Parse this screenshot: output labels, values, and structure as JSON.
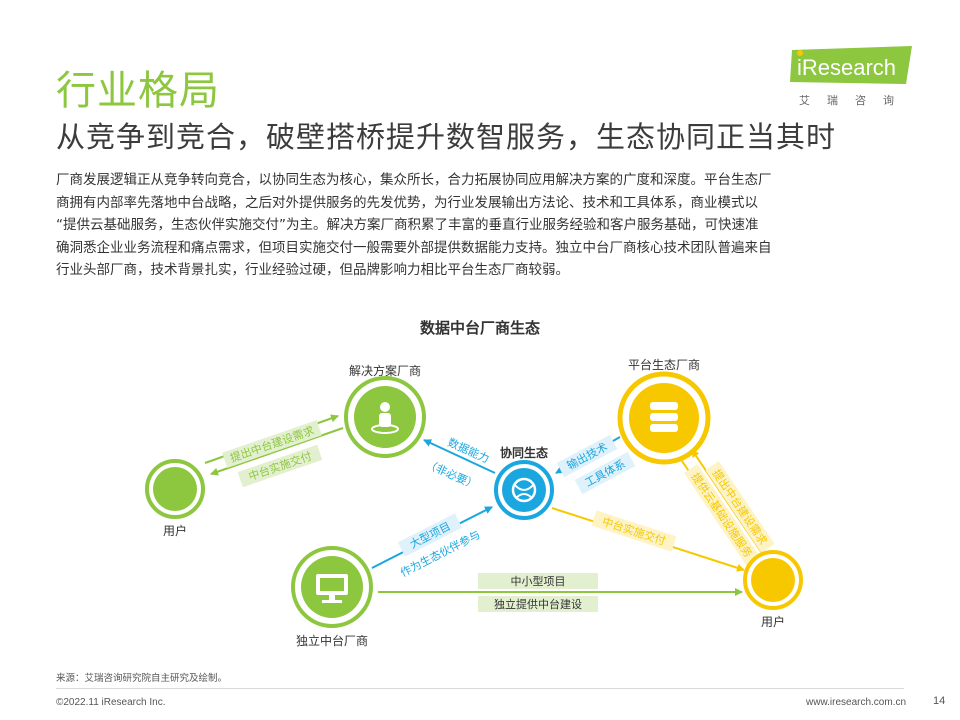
{
  "header": {
    "title": "行业格局",
    "subtitle": "从竞争到竞合，破壁搭桥提升数智服务，生态协同正当其时"
  },
  "logo": {
    "text": "iResearch",
    "subtext": "艾瑞咨询"
  },
  "intro_lines": [
    "厂商发展逻辑正从竞争转向竞合，以协同生态为核心，集众所长，合力拓展协同应用解决方案的广度和深度。平台生态厂",
    "商拥有内部率先落地中台战略，之后对外提供服务的先发优势，为行业发展输出方法论、技术和工具体系，商业模式以",
    "“提供云基础服务，生态伙伴实施交付”为主。解决方案厂商积累了丰富的垂直行业服务经验和客户服务基础，可快速准",
    "确洞悉企业业务流程和痛点需求，但项目实施交付一般需要外部提供数据能力支持。独立中台厂商核心技术团队普遍来自",
    "行业头部厂商，技术背景扎实，行业经验过硬，但品牌影响力相比平台生态厂商较弱。"
  ],
  "diagram": {
    "title": "数据中台厂商生态",
    "nodes": {
      "solution": "解决方案厂商",
      "platform": "平台生态厂商",
      "center": "协同生态",
      "user_left": "用户",
      "independent": "独立中台厂商",
      "user_right": "用户"
    },
    "edges": {
      "left_top": "提出中台建设需求",
      "left_bottom": "中台实施交付",
      "data_capability": "数据能力",
      "optional": "（非必要）",
      "tech_output_1": "输出技术",
      "tech_output_2": "工具体系",
      "large_project_1": "大型项目",
      "large_project_2": "作为生态伙伴参与",
      "center_to_user": "中台实施交付",
      "right_up": "提出中台建设需求",
      "right_down": "提供云基础设施服务",
      "sme_project": "中小型项目",
      "independent_build": "独立提供中台建设"
    },
    "colors": {
      "green": "#8dc63f",
      "yellow": "#f7c800",
      "blue": "#1aa7e0"
    }
  },
  "footer": {
    "source": "来源：艾瑞咨询研究院自主研究及绘制。",
    "copyright": "©2022.11 iResearch Inc.",
    "site": "www.iresearch.com.cn",
    "page": "14"
  }
}
